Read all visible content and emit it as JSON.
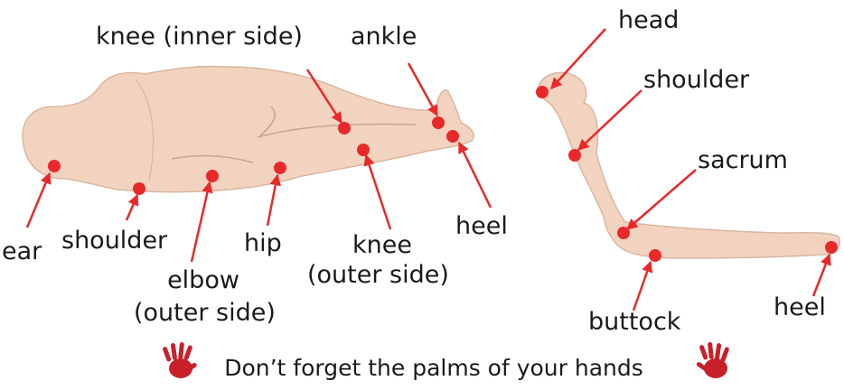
{
  "labels": {
    "knee_inner": "knee (inner side)",
    "ankle": "ankle",
    "ear": "ear",
    "shoulder_left": "shoulder",
    "hip": "hip",
    "knee_outer_1": "knee",
    "knee_outer_2": "(outer side)",
    "heel_left": "heel",
    "elbow_1": "elbow",
    "elbow_2": "(outer side)",
    "head": "head",
    "shoulder_right": "shoulder",
    "sacrum": "sacrum",
    "buttock": "buttock",
    "heel_right": "heel"
  },
  "caption": "Don’t forget the palms of your hands",
  "colors": {
    "skin": "#f2d3c0",
    "skin_line": "#c9a48f",
    "marker": "#e8292b",
    "arrow": "#e8292b",
    "hand": "#c8202a",
    "text": "#1a1a1a"
  }
}
